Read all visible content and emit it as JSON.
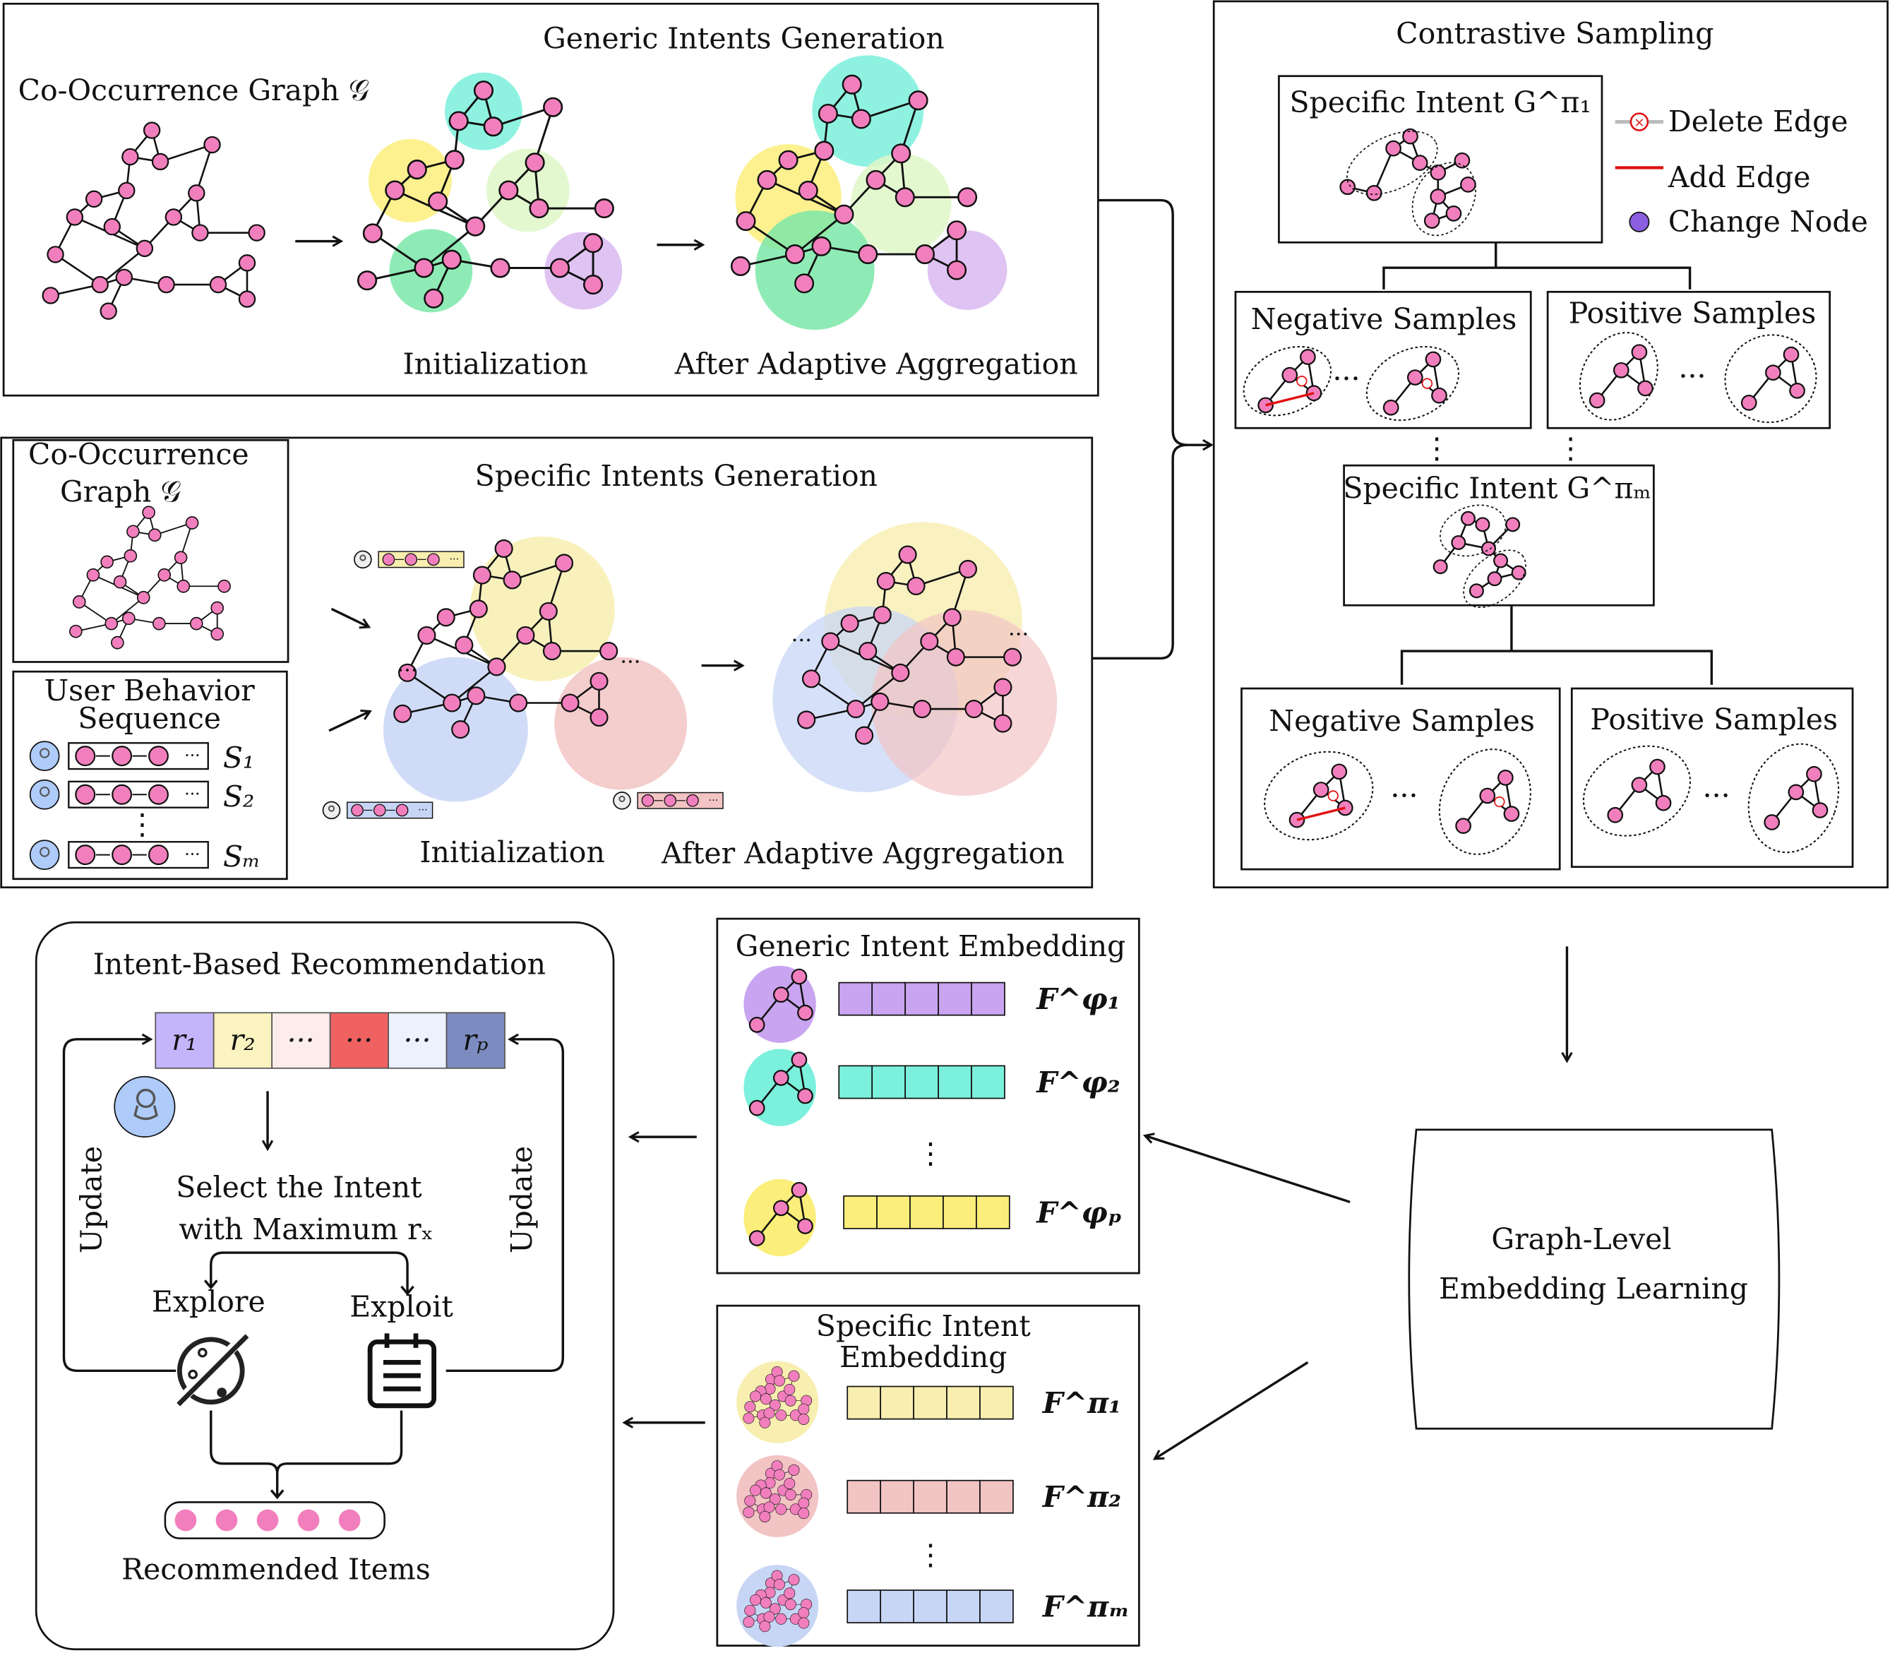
{
  "colors": {
    "node": "#f27fbd",
    "change_node": "#8b5fe0",
    "add_edge": "#e01010",
    "delete_edge": "#e01010",
    "user": "#aecbfa",
    "intent_cells": [
      "#c4b5fb",
      "#fbf4c0",
      "#fdecec",
      "#f06262",
      "#edf1fd",
      "#7d8cc0"
    ],
    "generic": [
      "#c9a4f0",
      "#7bf0dc",
      "#fbee7a"
    ],
    "specific": [
      "#f7eeb0",
      "#f2c4c4",
      "#c8d6f6"
    ]
  },
  "generic": {
    "title": "Generic Intents Generation",
    "graph_label": "Co-Occurrence Graph 𝒢",
    "init": "Initialization",
    "after": "After Adaptive Aggregation"
  },
  "specific": {
    "title": "Specific Intents Generation",
    "graph_label_1": "Co-Occurrence",
    "graph_label_2": "Graph 𝒢",
    "ubs_1": "User Behavior",
    "ubs_2": "Sequence",
    "seq": [
      "S₁",
      "S₂",
      "⋮",
      "Sₘ"
    ],
    "init": "Initialization",
    "after": "After Adaptive Aggregation",
    "dots": "···"
  },
  "contrastive": {
    "title": "Contrastive Sampling",
    "intent1": "Specific Intent G^π₁",
    "intentm": "Specific Intent G^πₘ",
    "neg": "Negative Samples",
    "pos": "Positive Samples",
    "ellipsis": "···",
    "vdots": "⋮",
    "legend": {
      "delete": "Delete Edge",
      "add": "Add Edge",
      "change": "Change Node"
    }
  },
  "graph_level": {
    "line1": "Graph-Level",
    "line2": "Embedding Learning"
  },
  "generic_embedding": {
    "title": "Generic Intent Embedding",
    "labels": [
      "F^φ₁",
      "F^φ₂",
      "F^φₚ"
    ],
    "vdots": "⋮"
  },
  "specific_embedding": {
    "title_1": "Specific Intent",
    "title_2": "Embedding",
    "labels": [
      "F^π₁",
      "F^π₂",
      "F^πₘ"
    ],
    "vdots": "⋮"
  },
  "recommendation": {
    "title": "Intent-Based Recommendation",
    "cells": [
      "r₁",
      "r₂",
      "···",
      "···",
      "···",
      "rₚ"
    ],
    "select_1": "Select the Intent",
    "select_2": "with Maximum rₓ",
    "explore": "Explore",
    "exploit": "Exploit",
    "update": "Update",
    "items": "Recommended Items"
  }
}
